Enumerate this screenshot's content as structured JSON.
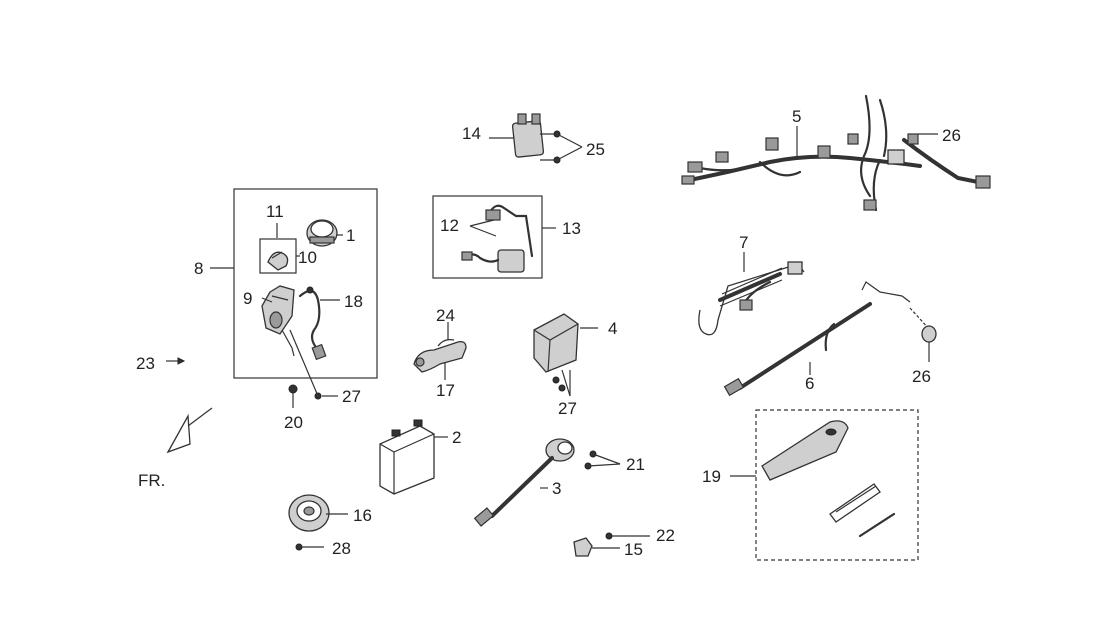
{
  "callouts": {
    "c1": "1",
    "c2": "2",
    "c3": "3",
    "c4": "4",
    "c5": "5",
    "c6": "6",
    "c7": "7",
    "c8": "8",
    "c9": "9",
    "c10": "10",
    "c11": "11",
    "c12": "12",
    "c13": "13",
    "c14": "14",
    "c15": "15",
    "c16": "16",
    "c17": "17",
    "c18": "18",
    "c19": "19",
    "c20": "20",
    "c21": "21",
    "c22": "22",
    "c23": "23",
    "c24": "24",
    "c25": "25",
    "c26a": "26",
    "c26b": "26",
    "c27a": "27",
    "c27b": "27",
    "c28": "28"
  },
  "direction_label": "FR."
}
